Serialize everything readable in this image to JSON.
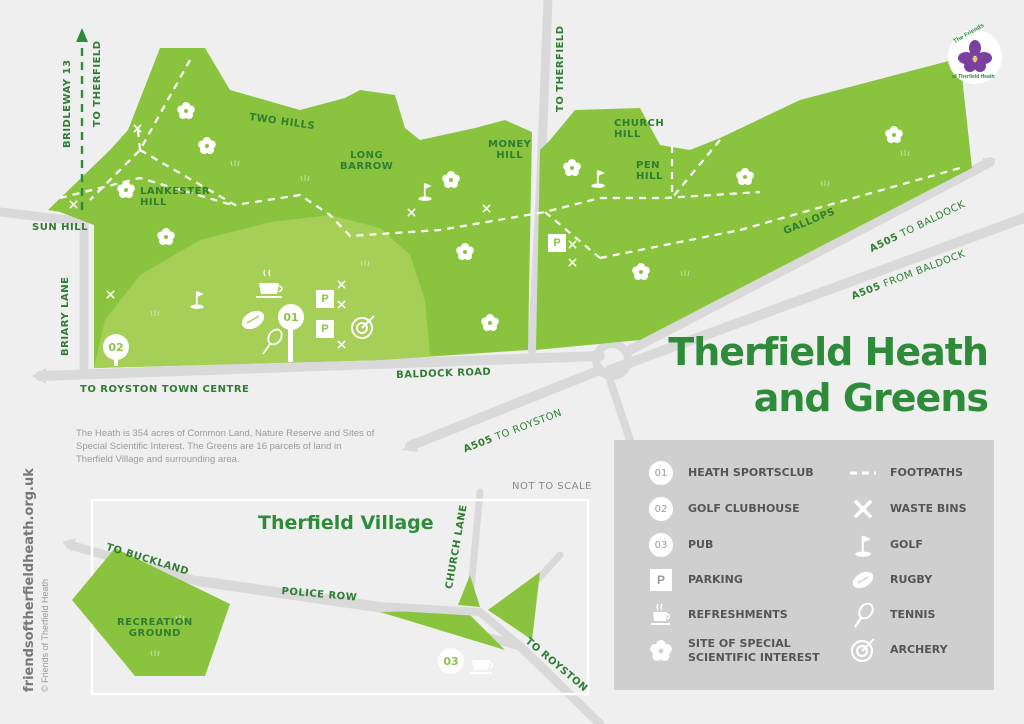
{
  "title": {
    "line1": "Therfield Heath",
    "line2": "and Greens"
  },
  "village_title": "Therfield Village",
  "description": "The Heath is 354 acres of Common Land, Nature Reserve and Sites of Special Scientific Interest. The Greens are 16 parcels of land in Therfield Village and surrounding area.",
  "not_to_scale": "NOT TO SCALE",
  "website": "friendsoftherfieldheath.org.uk",
  "copyright": "© Friends of Therfield Heath",
  "badge": {
    "line1": "The Friends",
    "line2": "of Therfield Heath"
  },
  "place_labels": {
    "two_hills": "TWO HILLS",
    "long_barrow": "LONG\nBARROW",
    "money_hill": "MONEY\nHILL",
    "church_hill": "CHURCH\nHILL",
    "pen_hill": "PEN\nHILL",
    "lankester_hill": "LANKESTER\nHILL",
    "gallops": "GALLOPS",
    "recreation_ground": "RECREATION\nGROUND"
  },
  "road_labels": {
    "bridleway": "BRIDLEWAY 13",
    "to_therfield_left": "TO THERFIELD",
    "to_therfield_mid": "TO THERFIELD",
    "sun_hill": "SUN HILL",
    "briary_lane": "BRIARY LANE",
    "to_royston_centre": "TO ROYSTON TOWN CENTRE",
    "baldock_road": "BALDOCK ROAD",
    "a505_to_baldock_num": "A505",
    "a505_to_baldock_rest": " TO BALDOCK",
    "a505_from_baldock_num": "A505",
    "a505_from_baldock_rest": " FROM BALDOCK",
    "a505_to_royston_num": "A505",
    "a505_to_royston_rest": " TO ROYSTON",
    "to_buckland": "TO BUCKLAND",
    "police_row": "POLICE ROW",
    "church_lane": "CHURCH LANE",
    "to_royston_village": "TO ROYSTON"
  },
  "map_markers": {
    "sportsclub": "01",
    "golf_clubhouse": "02",
    "pub": "03",
    "parking": "P"
  },
  "legend": {
    "left": [
      {
        "symbol": "01",
        "label": "HEATH SPORTSCLUB",
        "icon": "number-circle"
      },
      {
        "symbol": "02",
        "label": "GOLF CLUBHOUSE",
        "icon": "number-circle"
      },
      {
        "symbol": "03",
        "label": "PUB",
        "icon": "number-circle"
      },
      {
        "symbol": "P",
        "label": "PARKING",
        "icon": "parking-box"
      },
      {
        "symbol": "",
        "label": "REFRESHMENTS",
        "icon": "cup-icon"
      },
      {
        "symbol": "",
        "label": "SITE OF SPECIAL\nSCIENTIFIC INTEREST",
        "icon": "flower-icon"
      }
    ],
    "right": [
      {
        "label": "FOOTPATHS",
        "icon": "dashed-line-icon"
      },
      {
        "label": "WASTE BINS",
        "icon": "cross-icon"
      },
      {
        "label": "GOLF",
        "icon": "golf-flag-icon"
      },
      {
        "label": "RUGBY",
        "icon": "rugby-ball-icon"
      },
      {
        "label": "TENNIS",
        "icon": "tennis-racket-icon"
      },
      {
        "label": "ARCHERY",
        "icon": "archery-target-icon"
      }
    ]
  },
  "colors": {
    "green_dark": "#2e8b3a",
    "green_main": "#8ac43f",
    "green_light": "#a8d05a",
    "road": "#d8d8d8",
    "legend_bg": "#cfcfcf"
  }
}
